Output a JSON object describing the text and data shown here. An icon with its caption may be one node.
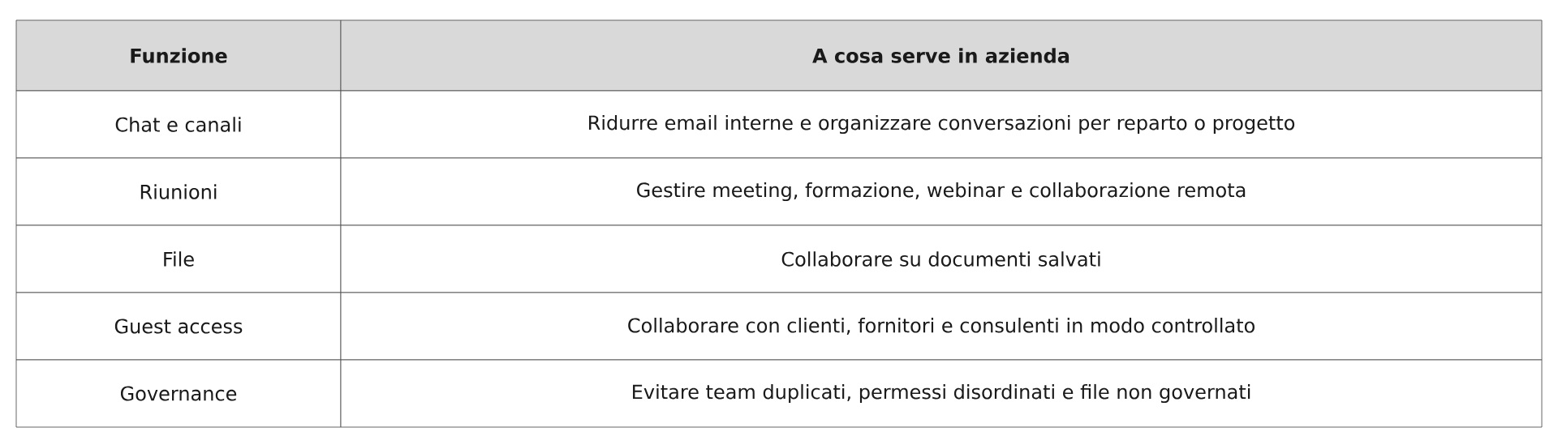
{
  "diagram": {
    "labels": [
      "Funzione",
      "A cosa serve in azienda",
      "Chat e canali",
      "Ridurre email interne e organizzare conversazioni per reparto o progetto",
      "Riunioni",
      "Gestire meeting, formazione, webinar e collaborazione remota",
      "File",
      "Collaborare su documenti salvati",
      "Guest access",
      "Collaborare con clienti, fornitori e consulenti in modo controllato",
      "Governance",
      "Evitare team duplicati, permessi disordinati e file non governati"
    ]
  }
}
